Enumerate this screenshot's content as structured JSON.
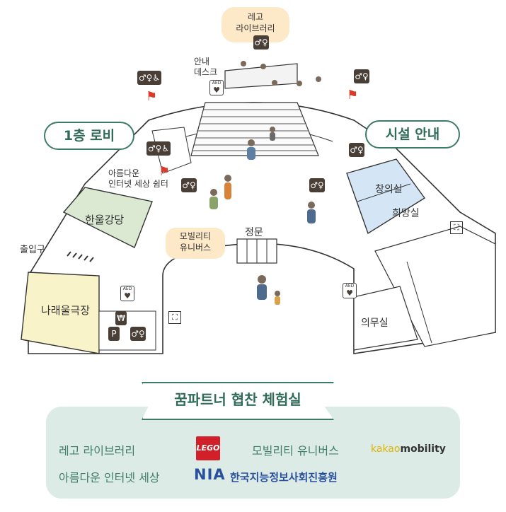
{
  "map": {
    "lego_library_bubble": "레고\n라이브러리",
    "info_desk": "안내\n데스크",
    "lobby_pill": "1층 로비",
    "facility_pill": "시설 안내",
    "internet_shelter": "아름다운\n인터넷 세상 쉼터",
    "hanul_hall": "한울강당",
    "narae_theater": "나래울극장",
    "entrance": "출입구",
    "mobility_bubble": "모빌리티\n유니버스",
    "main_gate": "정문",
    "changui_room": "창의실",
    "huimang_room": "희망실",
    "medical_room": "의무실",
    "aed_label": "AED"
  },
  "sponsor_panel": {
    "banner": "꿈파트너 협찬 체험실",
    "rows": [
      {
        "left": "레고 라이브러리",
        "right": "모빌리티 유니버스"
      },
      {
        "left": "아름다운 인터넷 세상",
        "right": "한국지능정보사회진흥원"
      }
    ],
    "lego_logo": "LEGO",
    "kakao_prefix": "kakao",
    "kakao_suffix": "mobility",
    "nia_logo": "NIA"
  },
  "colors": {
    "accent_green": "#3c7b66",
    "panel_bg": "#dcebe5",
    "bubble_bg": "#fde9c7",
    "room_green": "#dbe9d2",
    "room_blue": "#d4e6f5",
    "room_yellow": "#f8f3c8",
    "lego_red": "#d1202a",
    "nia_blue": "#2a4f9c"
  },
  "icons": [
    "restroom-icon",
    "fire-extinguisher-icon",
    "aed-icon",
    "exit-icon",
    "parking-icon",
    "atm-icon"
  ]
}
